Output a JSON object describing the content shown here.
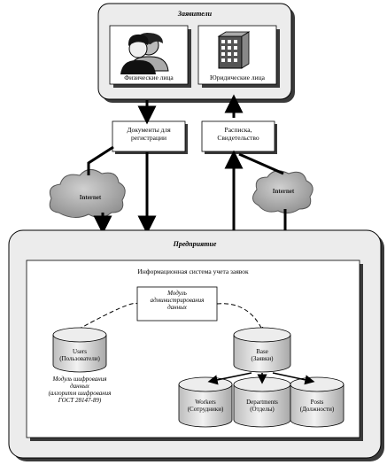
{
  "applicants": {
    "title": "Заявители",
    "individuals": "Физические лица",
    "legal_entities": "Юридические лица"
  },
  "flow": {
    "documents": [
      "Документы для",
      "регистрации"
    ],
    "receipt": [
      "Расписка,",
      "Свидетельство"
    ],
    "internet_left": "Internet",
    "internet_right": "Internet"
  },
  "enterprise": {
    "title": "Предприятие",
    "system_title": "Информационная система учета заявок",
    "admin_module": [
      "Модуль",
      "администрирования",
      "данных"
    ],
    "encryption_module": [
      "Модуль шифрования",
      "данных",
      "(алгоритм шифрования",
      "ГОСТ 28147-89)"
    ],
    "db": {
      "users": [
        "Users",
        "(Пользователи)"
      ],
      "base": [
        "Base",
        "(Заявки)"
      ],
      "workers": [
        "Workers",
        "(Сотрудники)"
      ],
      "departments": [
        "Departments",
        "(Отделы)"
      ],
      "posts": [
        "Posts",
        "(Должности)"
      ]
    }
  },
  "colors": {
    "panel": "#eaeaea",
    "shadow": "#4a4a4a",
    "cloud": "#a9a9a9",
    "cylinder": "#d8d8d8"
  }
}
